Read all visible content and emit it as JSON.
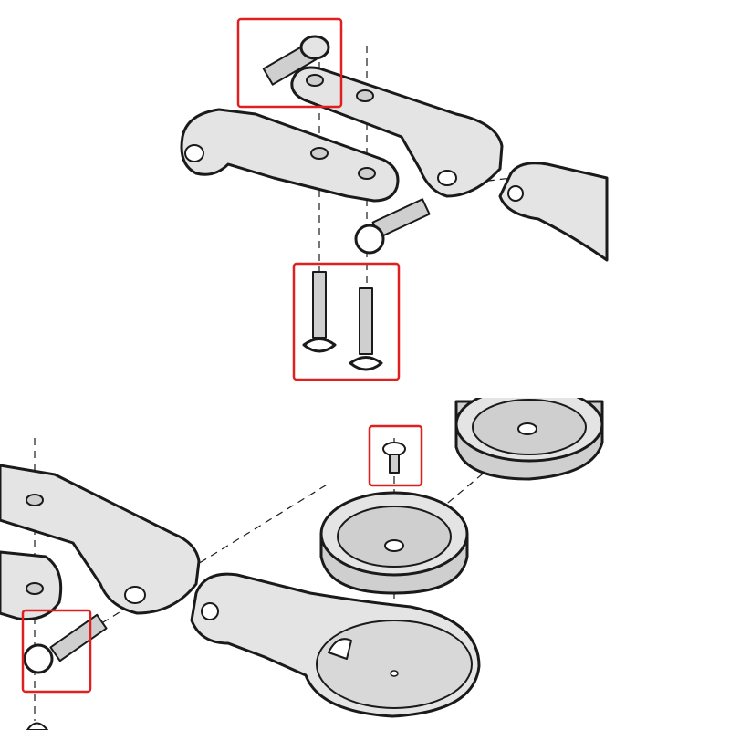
{
  "colors": {
    "part_fill": "#e4e4e4",
    "part_shade": "#cfcfcf",
    "outline": "#1a1a1a",
    "highlight_box": "#e02020",
    "background": "#ffffff"
  },
  "figures": [
    {
      "name": "top-exploded-view",
      "highlight_boxes": 2
    },
    {
      "name": "bottom-exploded-view",
      "highlight_boxes": 2
    }
  ]
}
